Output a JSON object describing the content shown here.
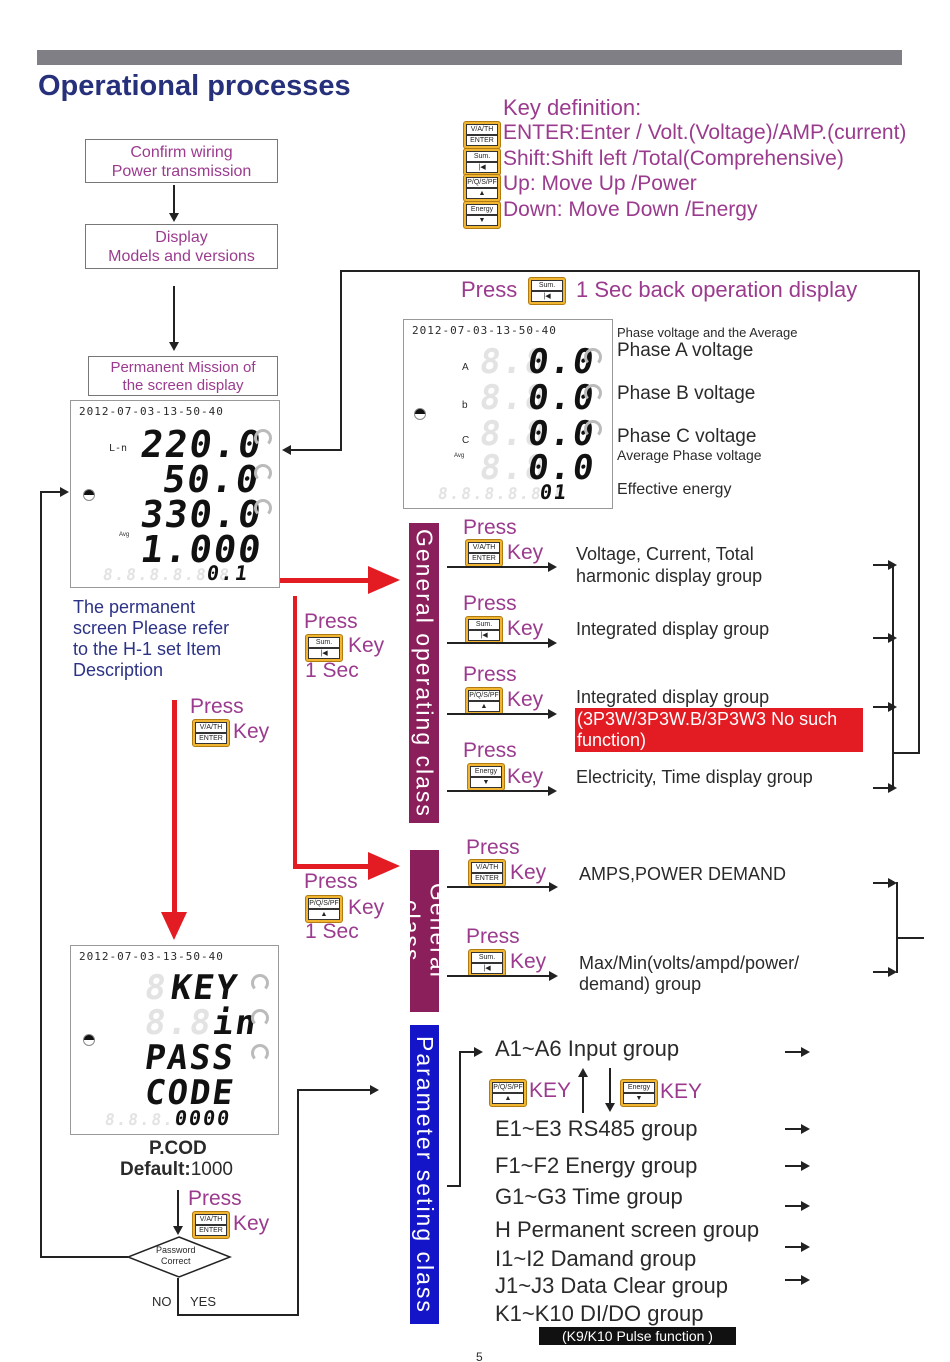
{
  "header": {
    "title": "Operational processes"
  },
  "key_definition": {
    "heading": "Key definition:",
    "rows": [
      {
        "icon": "enter-key-icon",
        "top": "V/A/TH DM",
        "bottom": "ENTER",
        "text": "ENTER:Enter / Volt.(Voltage)/AMP.(current)"
      },
      {
        "icon": "shift-key-icon",
        "top": "Sum. Max.",
        "bottom": "|◀",
        "text": "Shift:Shift left /Total(Comprehensive)"
      },
      {
        "icon": "up-key-icon",
        "top": "P/Q/S/PF",
        "bottom": "▲",
        "text": "Up: Move Up /Power"
      },
      {
        "icon": "down-key-icon",
        "top": "Energy",
        "bottom": "▼",
        "text": "Down: Move Down /Energy"
      }
    ]
  },
  "flow": {
    "confirm_line1": "Confirm wiring",
    "confirm_line2": "Power transmission",
    "display_line1": "Display",
    "display_line2": "Models and versions",
    "permanent_line1": "Permanent Mission of",
    "permanent_line2": "the screen display",
    "permanent_note": [
      "The permanent",
      "screen Please refer",
      "to the H-1 set Item",
      "Description"
    ],
    "press_enter_left": "Press",
    "key_word": "Key",
    "pcod": "P.COD",
    "default_label": "Default:",
    "default_value": "1000",
    "press_enter_bottom": "Press",
    "password_line1": "Password",
    "password_line2": "Correct",
    "no": "NO",
    "yes": "YES"
  },
  "lcd_main": {
    "datetime": "2012-07-03-13-50-40",
    "ln": "L-n",
    "row1": "220.0",
    "row2": "50.0",
    "row3": "330.0",
    "row4": "1.000",
    "avg": "Avg",
    "small": "0.1"
  },
  "lcd_phase": {
    "datetime": "2012-07-03-13-50-40",
    "a": "A",
    "b": "b",
    "c": "C",
    "avg": "Avg",
    "row": "0.0",
    "small": "01"
  },
  "lcd_key": {
    "datetime": "2012-07-03-13-50-40",
    "row1": "KEY",
    "row2": "in",
    "row3": "PASS",
    "row4": "CODE",
    "small": "0000"
  },
  "back_press": {
    "press": "Press",
    "text": "1 Sec back operation display"
  },
  "phase_labels": {
    "avg_header": "Phase voltage and the Average",
    "a": "Phase A voltage",
    "b": "Phase B voltage",
    "c": "Phase C voltage",
    "avg": "Average Phase voltage",
    "energy": "Effective energy"
  },
  "left_press": {
    "press": "Press",
    "key": "Key",
    "sec": "1 Sec"
  },
  "mid_press": {
    "press": "Press",
    "key": "Key",
    "sec": "1 Sec"
  },
  "general_operating": {
    "band": "General operating class",
    "items": [
      {
        "press": "Press",
        "key": "Key",
        "desc1": "Voltage, Current, Total",
        "desc2": "harmonic display group"
      },
      {
        "press": "Press",
        "key": "Key",
        "desc1": "Integrated display group",
        "desc2": ""
      },
      {
        "press": "Press",
        "key": "Key",
        "desc1": "Integrated display group",
        "desc2": ""
      },
      {
        "press": "Press",
        "key": "Key",
        "desc1": "Electricity, Time display group",
        "desc2": ""
      }
    ],
    "warning": "(3P3W/3P3W.B/3P3W3 No such function)",
    "warning_color": "#e31b23"
  },
  "general_class": {
    "band": "General class",
    "items": [
      {
        "press": "Press",
        "key": "Key",
        "desc1": "AMPS,POWER DEMAND",
        "desc2": ""
      },
      {
        "press": "Press",
        "key": "Key",
        "desc1": "Max/Min(volts/ampd/power/",
        "desc2": "demand) group"
      }
    ]
  },
  "parameter": {
    "band": "Parameter seting class",
    "band_color": "#1414c8",
    "groups": [
      "A1~A6  Input group",
      "E1~E3  RS485 group",
      "F1~F2  Energy group",
      "G1~G3  Time group",
      "H  Permanent screen group",
      "I1~I2 Damand  group",
      "J1~J3 Data Clear group",
      "K1~K10 DI/DO group"
    ],
    "key_up": "KEY",
    "key_down": "KEY",
    "pulse_note": "(K9/K10  Pulse function )"
  },
  "footer": {
    "page": "5"
  },
  "colors": {
    "title": "#27307a",
    "accent": "#9b3b8e",
    "band_general": "#8a1f5c",
    "key_yellow": "#f2b531",
    "red": "#e31b23"
  }
}
